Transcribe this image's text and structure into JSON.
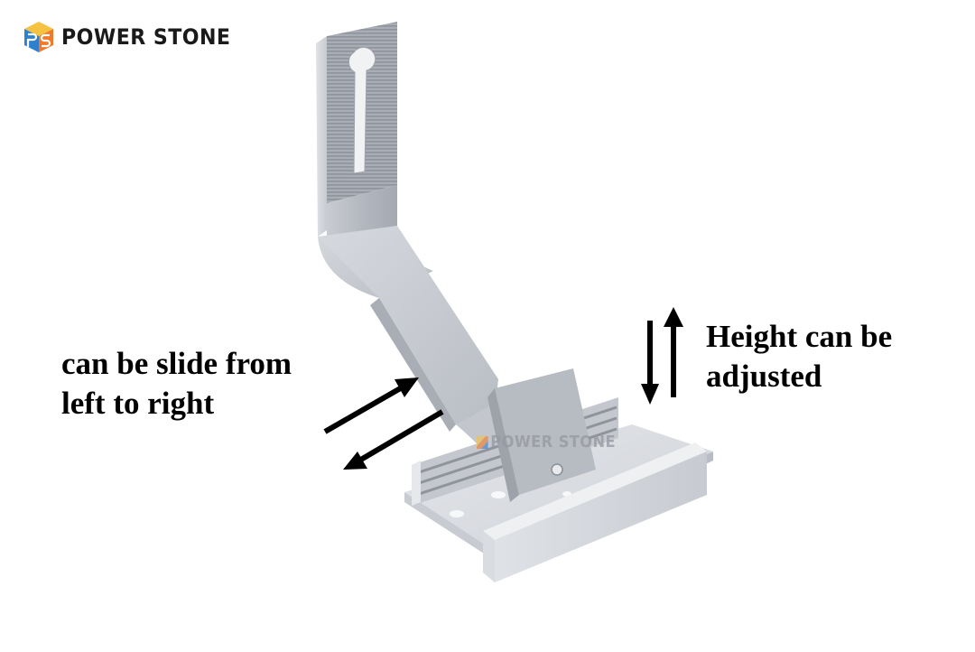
{
  "brand": {
    "name": "POWER STONE",
    "logo_icon": "ps-cube-logo-icon",
    "colors": {
      "yellow": "#f5c242",
      "orange": "#f07a2a",
      "blue": "#2f7fd1",
      "text": "#1a1a1a"
    }
  },
  "annotations": {
    "slide": {
      "line1": "can be slide from",
      "line2": "left to right",
      "icon": "bidirectional-diagonal-arrows-icon"
    },
    "height": {
      "line1": "Height can be",
      "line2": "adjusted",
      "icon": "up-down-arrows-icon"
    }
  },
  "product": {
    "description": "Aluminum solar roof hook bracket with adjustable base",
    "watermark": "POWER STONE"
  }
}
